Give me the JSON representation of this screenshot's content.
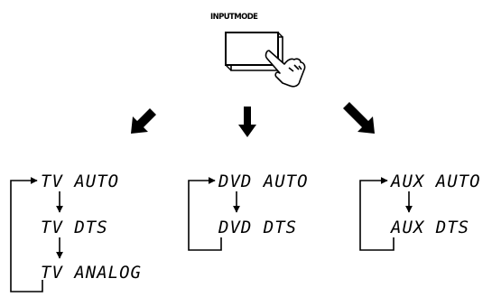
{
  "button": {
    "label": "INPUTMODE"
  },
  "cycles": [
    {
      "modes": [
        "TV AUTO",
        "TV DTS",
        "TV ANALOG"
      ]
    },
    {
      "modes": [
        "DVD AUTO",
        "DVD DTS"
      ]
    },
    {
      "modes": [
        "AUX AUTO",
        "AUX DTS"
      ]
    }
  ],
  "icons": {
    "hand": "pointing-hand-icon",
    "arrows": [
      "arrow-down-left-icon",
      "arrow-down-icon",
      "arrow-down-right-icon"
    ]
  }
}
